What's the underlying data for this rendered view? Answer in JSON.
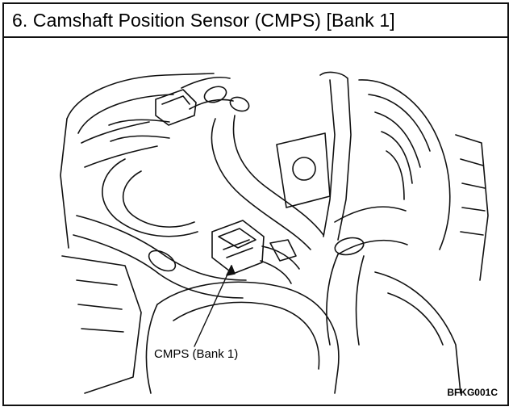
{
  "title": "6. Camshaft Position Sensor (CMPS) [Bank 1]",
  "callout": {
    "label": "CMPS (Bank 1)"
  },
  "figure_code": "BFKG001C"
}
